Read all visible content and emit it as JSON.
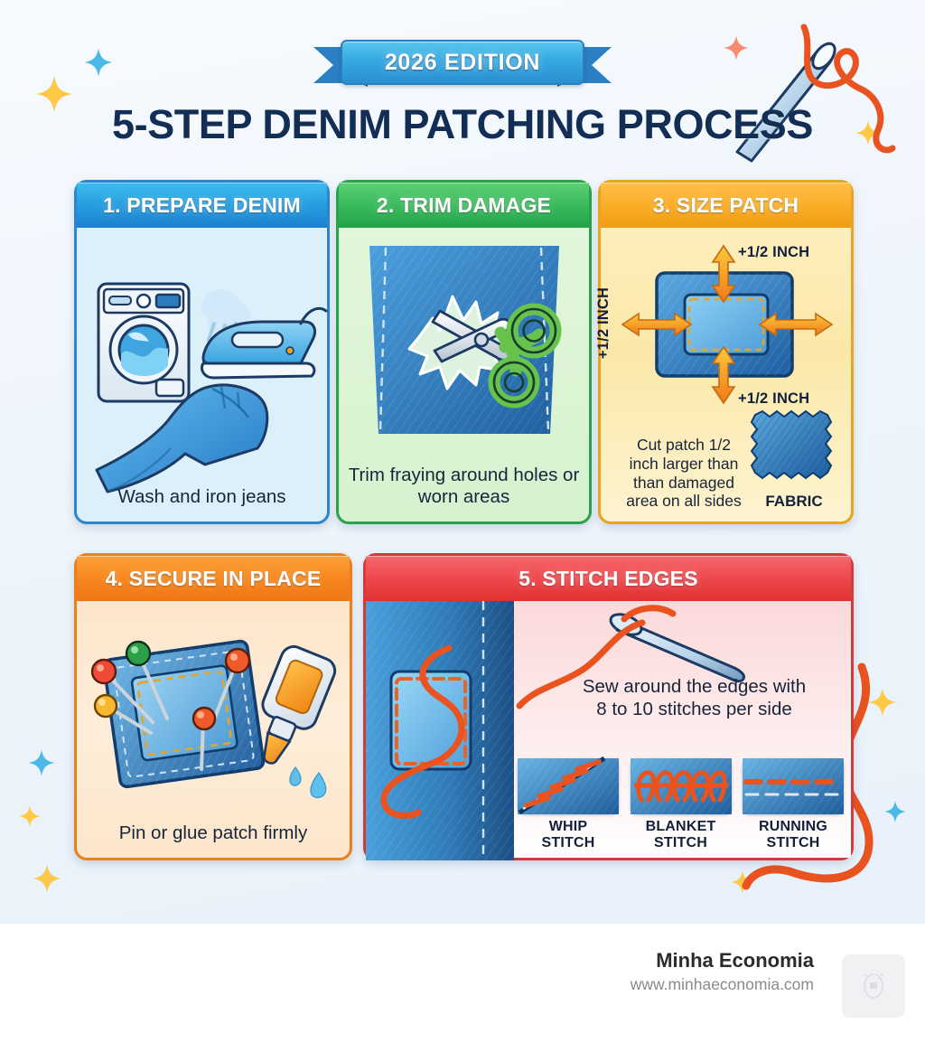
{
  "banner": {
    "label": "2026 EDITION"
  },
  "title": "5-STEP DENIM PATCHING PROCESS",
  "cards": [
    {
      "id": "card-1",
      "heading": "1. PREPARE DENIM",
      "caption": "Wash and iron jeans",
      "accent": "#1c7fd0",
      "icons": [
        "washing-machine-icon",
        "steam-iron-icon",
        "folded-jeans-icon"
      ]
    },
    {
      "id": "card-2",
      "heading": "2. TRIM DAMAGE",
      "caption": "Trim fraying around holes or worn areas",
      "accent": "#22a348",
      "icons": [
        "denim-panel-icon",
        "scissors-icon",
        "tear-hole-icon"
      ]
    },
    {
      "id": "card-3",
      "heading": "3. SIZE PATCH",
      "caption": "Cut patch 1/2 inch larger than than damaged area on all sides",
      "caption_lines": [
        "Cut patch 1/2",
        "inch larger than",
        "than damaged",
        "area on all sides"
      ],
      "accent": "#f09c12",
      "dimension_labels": {
        "top": "+1/2 INCH",
        "left": "+1/2  INCH",
        "bottom": "+1/2 INCH"
      },
      "fabric_label": "FABRIC",
      "icons": [
        "patch-diagram-icon",
        "fabric-swatch-icon",
        "arrow-up-icon",
        "arrow-down-icon",
        "arrow-left-icon",
        "arrow-right-icon"
      ]
    },
    {
      "id": "card-4",
      "heading": "4. SECURE IN PLACE",
      "caption": "Pin or glue patch firmly",
      "accent": "#ef7616",
      "icons": [
        "pinned-patch-icon",
        "glue-bottle-icon",
        "pin-icon",
        "droplet-icon"
      ]
    },
    {
      "id": "card-5",
      "heading": "5. STITCH EDGES",
      "caption": "Sew around the edges with 8 to 10 stitches per side",
      "caption_lines": [
        "Sew around the edges with",
        "8 to 10 stitches per side"
      ],
      "accent": "#e03131",
      "stitches": [
        {
          "name_line1": "WHIP",
          "name_line2": "STITCH",
          "icon": "whip-stitch-icon"
        },
        {
          "name_line1": "BLANKET",
          "name_line2": "STITCH",
          "icon": "blanket-stitch-icon"
        },
        {
          "name_line1": "RUNNING",
          "name_line2": "STITCH",
          "icon": "running-stitch-icon"
        }
      ],
      "icons": [
        "denim-patch-icon",
        "sewing-needle-icon",
        "orange-thread-icon"
      ]
    }
  ],
  "decorations": {
    "needle": "sewing-needle-thread-icon",
    "thread": "wavy-thread-icon",
    "sparkle_colors": {
      "blue": "#4bb8e8",
      "gold": "#ffc846",
      "coral": "#f98a72"
    }
  },
  "footer": {
    "brand": "Minha Economia",
    "url": "www.minhaeconomia.com",
    "logo": "placeholder-logo-icon"
  }
}
